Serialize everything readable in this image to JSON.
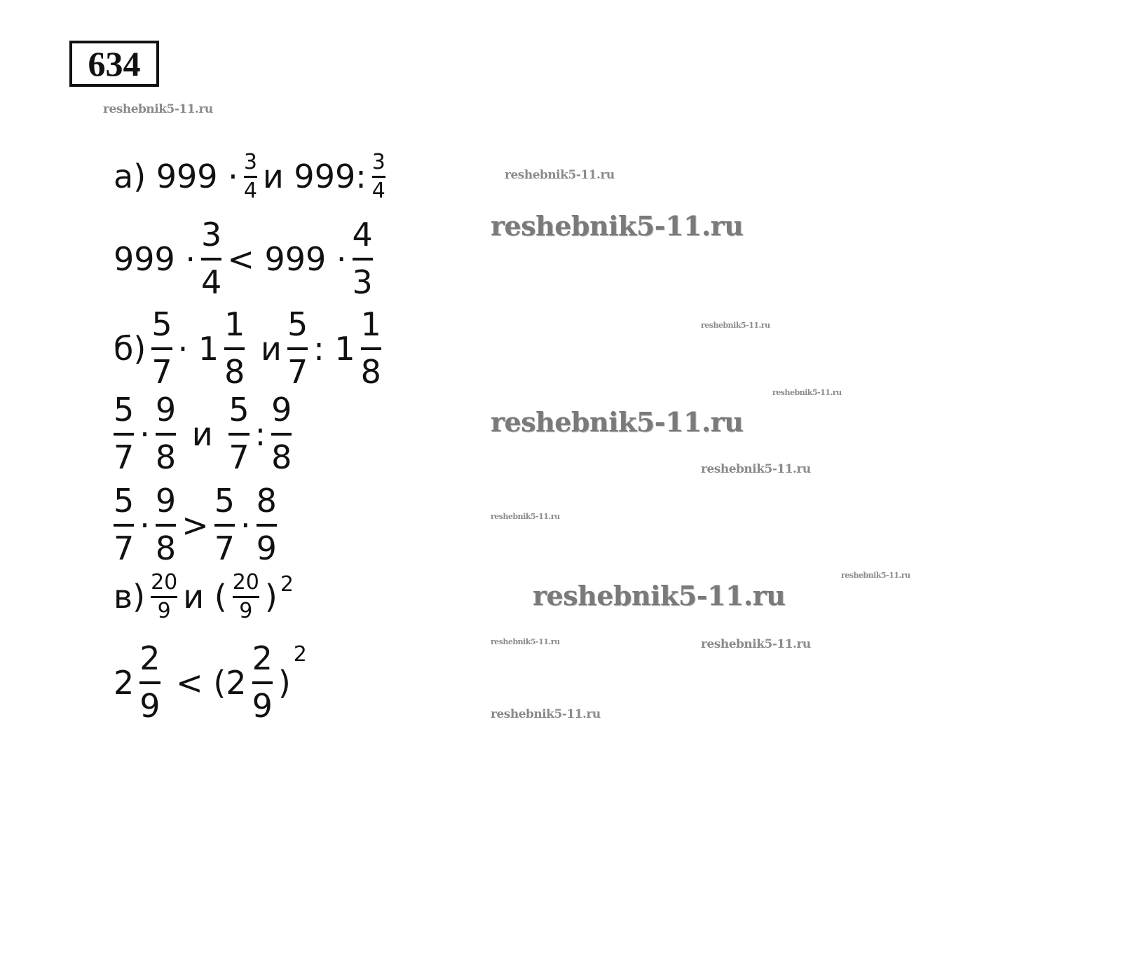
{
  "problem_number": "634",
  "watermark": "reshebnik5-11.ru",
  "rows": [
    {
      "name": "part-a-statement",
      "tokens": [
        {
          "t": "а) 999 ·"
        },
        {
          "f": [
            "3",
            "4"
          ],
          "s": "sm"
        },
        {
          "t": "и 999:"
        },
        {
          "f": [
            "3",
            "4"
          ],
          "s": "sm"
        }
      ]
    },
    {
      "name": "part-a-answer",
      "tokens": [
        {
          "t": "999 ·"
        },
        {
          "f": [
            "3",
            "4"
          ],
          "s": "lg"
        },
        {
          "t": "< 999 ·"
        },
        {
          "f": [
            "4",
            "3"
          ],
          "s": "lg"
        }
      ]
    },
    {
      "name": "part-b-statement",
      "tokens": [
        {
          "t": "б)"
        },
        {
          "f": [
            "5",
            "7"
          ],
          "s": "lg"
        },
        {
          "t": "· 1"
        },
        {
          "f": [
            "1",
            "8"
          ],
          "s": "lg"
        },
        {
          "t": " и"
        },
        {
          "f": [
            "5",
            "7"
          ],
          "s": "lg"
        },
        {
          "t": ": 1"
        },
        {
          "f": [
            "1",
            "8"
          ],
          "s": "lg"
        }
      ]
    },
    {
      "name": "part-b-step",
      "tokens": [
        {
          "f": [
            "5",
            "7"
          ],
          "s": "lg"
        },
        {
          "t": "·"
        },
        {
          "f": [
            "9",
            "8"
          ],
          "s": "lg"
        },
        {
          "t": " и "
        },
        {
          "f": [
            "5",
            "7"
          ],
          "s": "lg"
        },
        {
          "t": ":"
        },
        {
          "f": [
            "9",
            "8"
          ],
          "s": "lg"
        }
      ]
    },
    {
      "name": "part-b-answer",
      "tokens": [
        {
          "f": [
            "5",
            "7"
          ],
          "s": "lg"
        },
        {
          "t": "·"
        },
        {
          "f": [
            "9",
            "8"
          ],
          "s": "lg"
        },
        {
          "t": ">"
        },
        {
          "f": [
            "5",
            "7"
          ],
          "s": "lg"
        },
        {
          "t": "·"
        },
        {
          "f": [
            "8",
            "9"
          ],
          "s": "lg"
        }
      ]
    },
    {
      "name": "part-c-statement",
      "tokens": [
        {
          "t": "в)"
        },
        {
          "f": [
            "20",
            "9"
          ],
          "s": "sm"
        },
        {
          "t": "и ("
        },
        {
          "f": [
            "20",
            "9"
          ],
          "s": "sm"
        },
        {
          "t": ")"
        },
        {
          "sup": "2"
        }
      ]
    },
    {
      "name": "part-c-answer",
      "tokens": [
        {
          "t": "2"
        },
        {
          "f": [
            "2",
            "9"
          ],
          "s": "lg"
        },
        {
          "t": " < (2"
        },
        {
          "f": [
            "2",
            "9"
          ],
          "s": "lg"
        },
        {
          "t": ")"
        },
        {
          "sup": "2"
        }
      ]
    }
  ]
}
